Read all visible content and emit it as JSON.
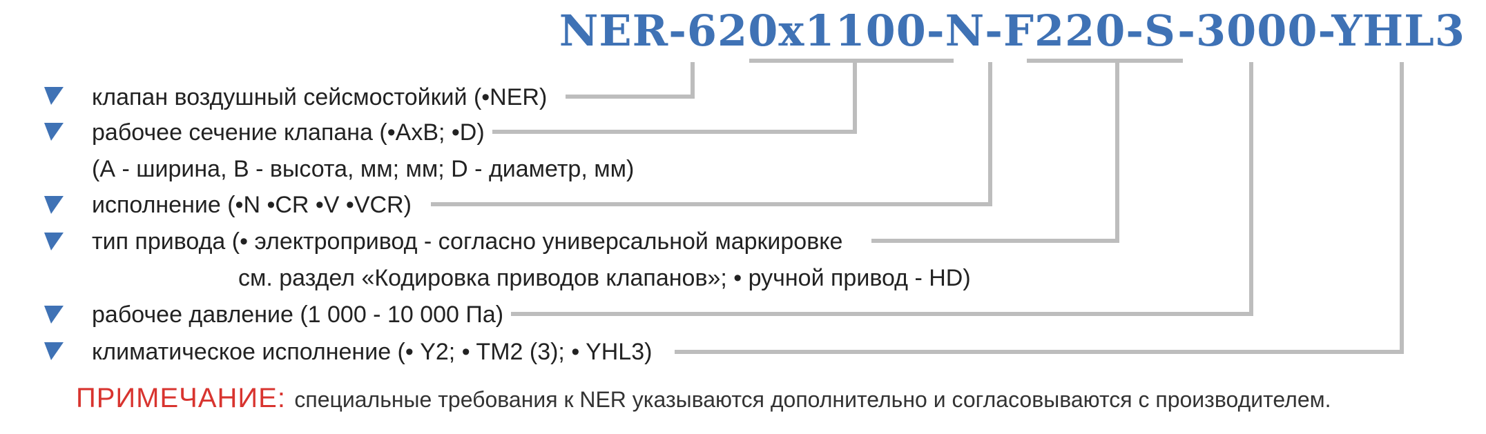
{
  "code": "NER-620x1100-N-F220-S-3000-YHL3",
  "items": [
    {
      "text": "клапан воздушный сейсмостойкий (•NER)"
    },
    {
      "text": "рабочее сечение клапана (•AxB; •D)"
    },
    {
      "text": "(А - ширина, В - высота, мм; мм; D - диаметр, мм)"
    },
    {
      "text": "исполнение (•N  •CR •V •VCR)"
    },
    {
      "text": "тип привода (• электропривод - согласно универсальной маркировке"
    },
    {
      "text": "см. раздел «Кодировка приводов клапанов»; • ручной привод - HD)"
    },
    {
      "text": "рабочее давление (1 000 - 10 000 Па)"
    },
    {
      "text": "климатическое исполнение (• Y2; • TM2 (3); • YHL3)"
    }
  ],
  "note": {
    "label": "ПРИМЕЧАНИЕ:",
    "text": "специальные требования к NER указываются дополнительно и согласовываются с производителем."
  },
  "colors": {
    "title": "#3f72b5",
    "marker": "#3f72b5",
    "connector": "#bdbdbd",
    "note_label": "#d8342f",
    "text": "#222222"
  }
}
